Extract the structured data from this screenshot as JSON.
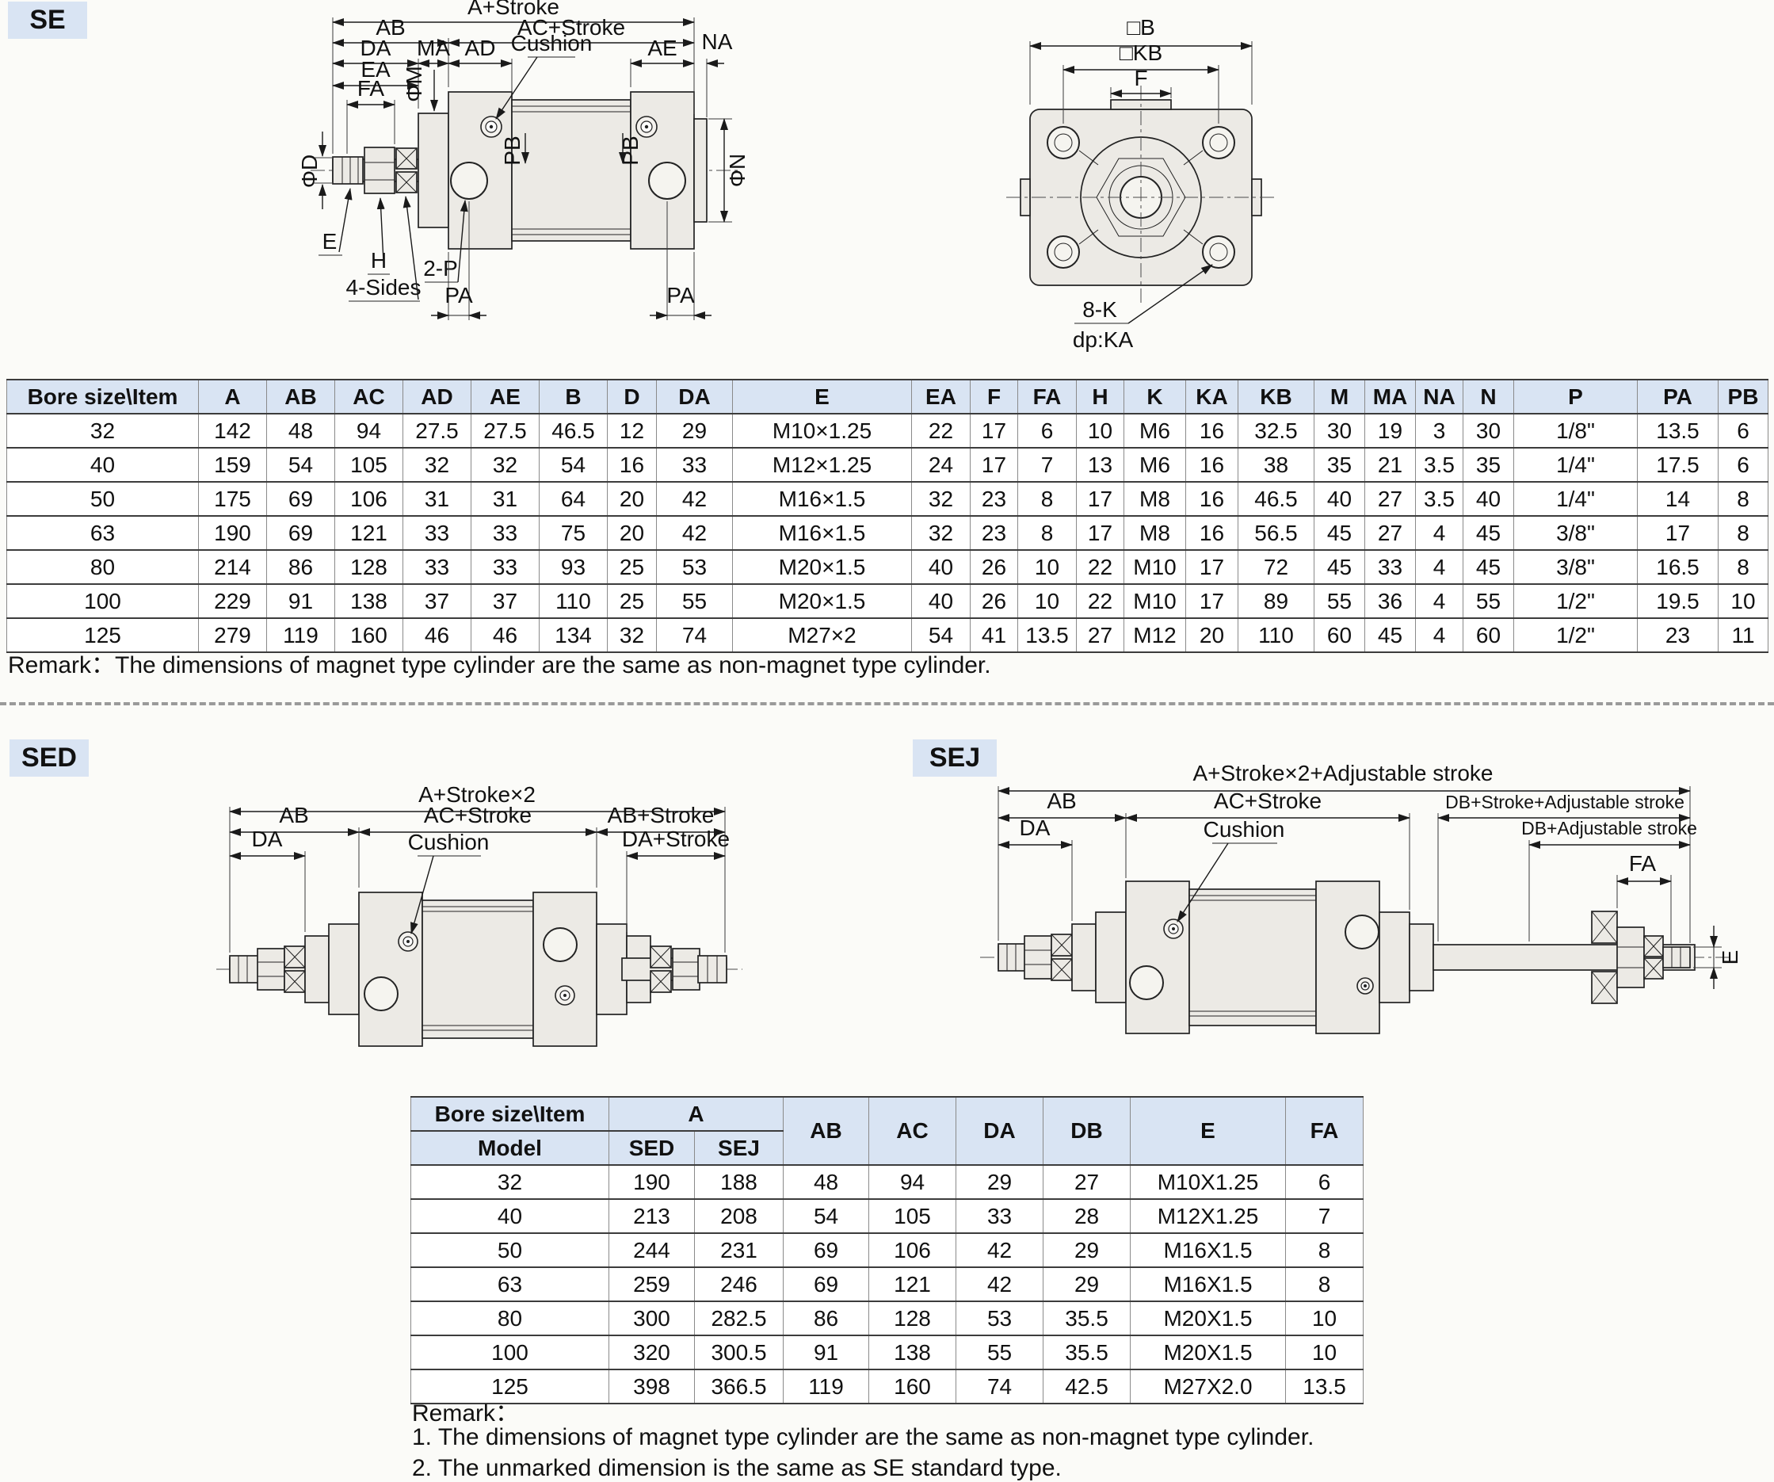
{
  "sections": {
    "se": "SE",
    "sed": "SED",
    "sej": "SEJ"
  },
  "se_drawing": {
    "side": {
      "a_stroke": "A+Stroke",
      "ab": "AB",
      "da": "DA",
      "ma": "MA",
      "ad": "AD",
      "cushion": "Cushion",
      "ac_stroke": "AC+Stroke",
      "ae": "AE",
      "na": "NA",
      "ea": "EA",
      "fa": "FA",
      "phi_m": "ΦM",
      "phi_d": "ΦD",
      "e": "E",
      "h": "H",
      "four_sides": "4-Sides",
      "two_p": "2-P",
      "pa_left": "PA",
      "pa_right": "PA",
      "pb_left": "PB",
      "pb_right": "PB",
      "phi_n": "ΦN"
    },
    "end": {
      "b": "□B",
      "kb": "□KB",
      "f": "F",
      "eight_k": "8-K",
      "dp_ka": "dp:KA"
    }
  },
  "se_table": {
    "corner": "Bore size\\Item",
    "headers": [
      "A",
      "AB",
      "AC",
      "AD",
      "AE",
      "B",
      "D",
      "DA",
      "E",
      "EA",
      "F",
      "FA",
      "H",
      "K",
      "KA",
      "KB",
      "M",
      "MA",
      "NA",
      "N",
      "P",
      "PA",
      "PB"
    ],
    "rows": [
      [
        "32",
        "142",
        "48",
        "94",
        "27.5",
        "27.5",
        "46.5",
        "12",
        "29",
        "M10×1.25",
        "22",
        "17",
        "6",
        "10",
        "M6",
        "16",
        "32.5",
        "30",
        "19",
        "3",
        "30",
        "1/8\"",
        "13.5",
        "6"
      ],
      [
        "40",
        "159",
        "54",
        "105",
        "32",
        "32",
        "54",
        "16",
        "33",
        "M12×1.25",
        "24",
        "17",
        "7",
        "13",
        "M6",
        "16",
        "38",
        "35",
        "21",
        "3.5",
        "35",
        "1/4\"",
        "17.5",
        "6"
      ],
      [
        "50",
        "175",
        "69",
        "106",
        "31",
        "31",
        "64",
        "20",
        "42",
        "M16×1.5",
        "32",
        "23",
        "8",
        "17",
        "M8",
        "16",
        "46.5",
        "40",
        "27",
        "3.5",
        "40",
        "1/4\"",
        "14",
        "8"
      ],
      [
        "63",
        "190",
        "69",
        "121",
        "33",
        "33",
        "75",
        "20",
        "42",
        "M16×1.5",
        "32",
        "23",
        "8",
        "17",
        "M8",
        "16",
        "56.5",
        "45",
        "27",
        "4",
        "45",
        "3/8\"",
        "17",
        "8"
      ],
      [
        "80",
        "214",
        "86",
        "128",
        "33",
        "33",
        "93",
        "25",
        "53",
        "M20×1.5",
        "40",
        "26",
        "10",
        "22",
        "M10",
        "17",
        "72",
        "45",
        "33",
        "4",
        "45",
        "3/8\"",
        "16.5",
        "8"
      ],
      [
        "100",
        "229",
        "91",
        "138",
        "37",
        "37",
        "110",
        "25",
        "55",
        "M20×1.5",
        "40",
        "26",
        "10",
        "22",
        "M10",
        "17",
        "89",
        "55",
        "36",
        "4",
        "55",
        "1/2\"",
        "19.5",
        "10"
      ],
      [
        "125",
        "279",
        "119",
        "160",
        "46",
        "46",
        "134",
        "32",
        "74",
        "M27×2",
        "54",
        "41",
        "13.5",
        "27",
        "M12",
        "20",
        "110",
        "60",
        "45",
        "4",
        "60",
        "1/2\"",
        "23",
        "11"
      ]
    ],
    "remark": "Remark：The dimensions of magnet type cylinder are the same as non-magnet type cylinder."
  },
  "sed_drawing": {
    "a_stroke2": "A+Stroke×2",
    "ab": "AB",
    "ac_stroke": "AC+Stroke",
    "ab_stroke": "AB+Stroke",
    "da": "DA",
    "cushion": "Cushion",
    "da_stroke": "DA+Stroke"
  },
  "sej_drawing": {
    "a_stroke2_adj": "A+Stroke×2+Adjustable stroke",
    "ab": "AB",
    "ac_stroke": "AC+Stroke",
    "db_stroke_adj": "DB+Stroke+Adjustable stroke",
    "da": "DA",
    "cushion": "Cushion",
    "db_adj": "DB+Adjustable stroke",
    "fa": "FA",
    "e": "E"
  },
  "sed_table": {
    "corner": "Bore size\\Item",
    "a_group": "A",
    "model": "Model",
    "sed": "SED",
    "sej": "SEJ",
    "cols": [
      "AB",
      "AC",
      "DA",
      "DB",
      "E",
      "FA"
    ],
    "rows": [
      [
        "32",
        "190",
        "188",
        "48",
        "94",
        "29",
        "27",
        "M10X1.25",
        "6"
      ],
      [
        "40",
        "213",
        "208",
        "54",
        "105",
        "33",
        "28",
        "M12X1.25",
        "7"
      ],
      [
        "50",
        "244",
        "231",
        "69",
        "106",
        "42",
        "29",
        "M16X1.5",
        "8"
      ],
      [
        "63",
        "259",
        "246",
        "69",
        "121",
        "42",
        "29",
        "M16X1.5",
        "8"
      ],
      [
        "80",
        "300",
        "282.5",
        "86",
        "128",
        "53",
        "35.5",
        "M20X1.5",
        "10"
      ],
      [
        "100",
        "320",
        "300.5",
        "91",
        "138",
        "55",
        "35.5",
        "M20X1.5",
        "10"
      ],
      [
        "125",
        "398",
        "366.5",
        "119",
        "160",
        "74",
        "42.5",
        "M27X2.0",
        "13.5"
      ]
    ]
  },
  "bottom_remark": {
    "title": "Remark：",
    "line1": "1. The dimensions of magnet type cylinder are the same as non-magnet type cylinder.",
    "line2": "2. The unmarked dimension is the same as SE standard type."
  },
  "colors": {
    "header_bg": "#d9e4f3",
    "tag_bg": "#d9e4f3",
    "line": "#232323"
  }
}
